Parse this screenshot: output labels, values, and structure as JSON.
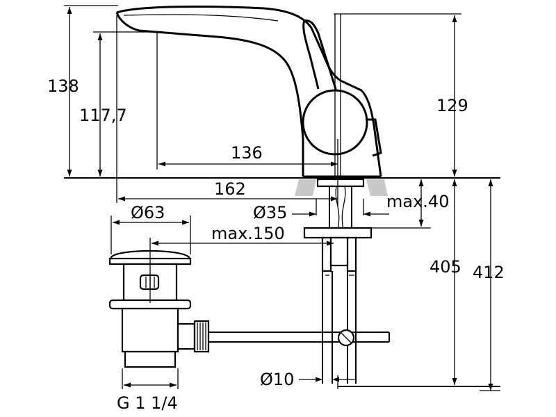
{
  "drawing": {
    "dimensions": {
      "overall_height": "138",
      "spout_height": "117,7",
      "body_height": "129",
      "spout_reach": "136",
      "overall_length": "162",
      "drain_diameter": "Ø63",
      "base_diameter": "Ø35",
      "max_deck": "max.40",
      "max_rod": "max.150",
      "below_deck_1": "405",
      "below_deck_2": "412",
      "rod_diameter": "Ø10",
      "drain_thread": "G 1 1/4"
    }
  }
}
